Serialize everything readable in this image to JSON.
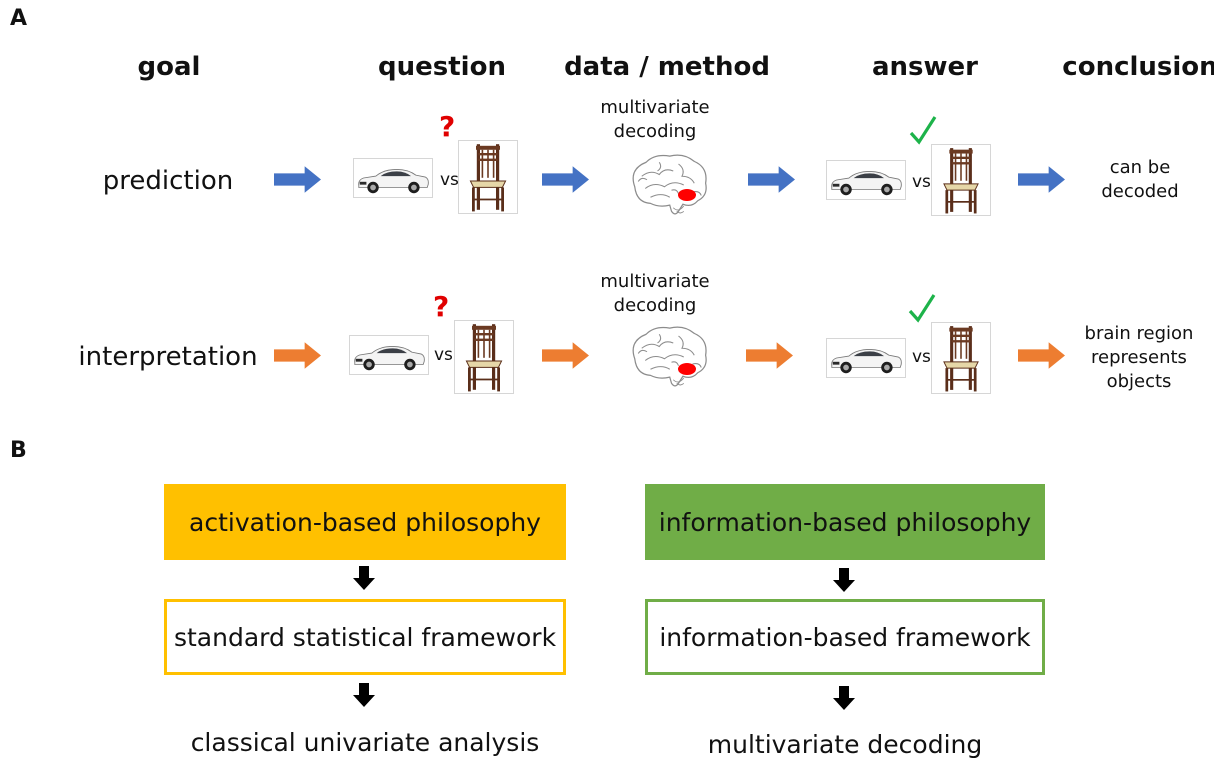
{
  "panelA": {
    "letter": "A",
    "headers": {
      "goal": "goal",
      "question": "question",
      "method": "data / method",
      "answer": "answer",
      "conclusion": "conclusion"
    },
    "rows": [
      {
        "goal": "prediction",
        "qmark": "?",
        "vs": "vs",
        "method": "multivariate decoding",
        "method_line1": "multivariate",
        "method_line2": "decoding",
        "answer_vs": "vs",
        "conclusion_line1": "can be",
        "conclusion_line2": "decoded",
        "arrow_color": "#4472c4"
      },
      {
        "goal": "interpretation",
        "qmark": "?",
        "vs": "vs",
        "method_line1": "multivariate",
        "method_line2": "decoding",
        "answer_vs": "vs",
        "conclusion_line1": "brain region",
        "conclusion_line2": "represents",
        "conclusion_line3": "objects",
        "arrow_color": "#ed7d31"
      }
    ]
  },
  "panelB": {
    "letter": "B",
    "left": {
      "philosophy": "activation-based philosophy",
      "framework": "standard statistical framework",
      "analysis": "classical univariate analysis",
      "color": "#ffc000"
    },
    "right": {
      "philosophy": "information-based philosophy",
      "framework": "information-based framework",
      "analysis": "multivariate decoding",
      "color": "#70ad47"
    }
  },
  "colors": {
    "blue_arrow": "#4472c4",
    "orange_arrow": "#ed7d31",
    "yellow": "#ffc000",
    "green": "#70ad47",
    "check": "#1db34a",
    "question": "#e00000"
  }
}
